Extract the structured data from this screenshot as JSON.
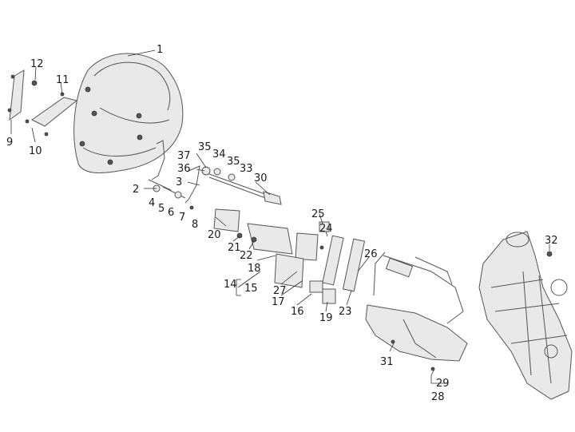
{
  "diagram": {
    "callouts": [
      {
        "id": "c1",
        "label": "1"
      },
      {
        "id": "c2",
        "label": "2"
      },
      {
        "id": "c3",
        "label": "3"
      },
      {
        "id": "c4",
        "label": "4"
      },
      {
        "id": "c5",
        "label": "5"
      },
      {
        "id": "c6",
        "label": "6"
      },
      {
        "id": "c7",
        "label": "7"
      },
      {
        "id": "c8",
        "label": "8"
      },
      {
        "id": "c9",
        "label": "9"
      },
      {
        "id": "c10",
        "label": "10"
      },
      {
        "id": "c11",
        "label": "11"
      },
      {
        "id": "c12",
        "label": "12"
      },
      {
        "id": "c14",
        "label": "14"
      },
      {
        "id": "c15",
        "label": "15"
      },
      {
        "id": "c16",
        "label": "16"
      },
      {
        "id": "c17",
        "label": "17"
      },
      {
        "id": "c18",
        "label": "18"
      },
      {
        "id": "c19",
        "label": "19"
      },
      {
        "id": "c20",
        "label": "20"
      },
      {
        "id": "c21",
        "label": "21"
      },
      {
        "id": "c22",
        "label": "22"
      },
      {
        "id": "c23",
        "label": "23"
      },
      {
        "id": "c24",
        "label": "24"
      },
      {
        "id": "c25",
        "label": "25"
      },
      {
        "id": "c26",
        "label": "26"
      },
      {
        "id": "c27",
        "label": "27"
      },
      {
        "id": "c28",
        "label": "28"
      },
      {
        "id": "c29",
        "label": "29"
      },
      {
        "id": "c30",
        "label": "30"
      },
      {
        "id": "c31",
        "label": "31"
      },
      {
        "id": "c32",
        "label": "32"
      },
      {
        "id": "c33",
        "label": "33"
      },
      {
        "id": "c34",
        "label": "34"
      },
      {
        "id": "c35a",
        "label": "35"
      },
      {
        "id": "c35b",
        "label": "35"
      },
      {
        "id": "c36",
        "label": "36"
      },
      {
        "id": "c37",
        "label": "37"
      }
    ]
  }
}
